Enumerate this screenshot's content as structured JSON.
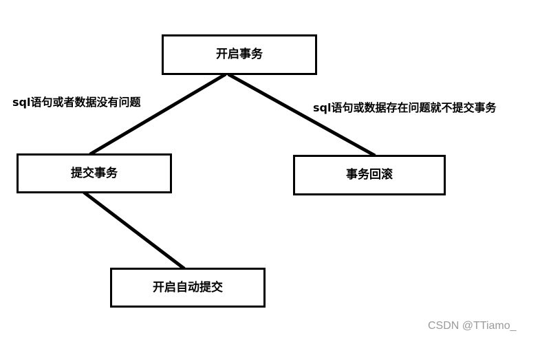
{
  "nodes": {
    "start": "开启事务",
    "commit": "提交事务",
    "rollback": "事务回滚",
    "autocommit": "开启自动提交"
  },
  "edges": {
    "left_label": "sql语句或者数据没有问题",
    "right_label": "sql语句或数据存在问题就不提交事务"
  },
  "watermark": "CSDN @TTiamo_",
  "colors": {
    "line": "#000000",
    "box_border": "#000000",
    "background": "#ffffff",
    "watermark": "#9a9a9a"
  }
}
